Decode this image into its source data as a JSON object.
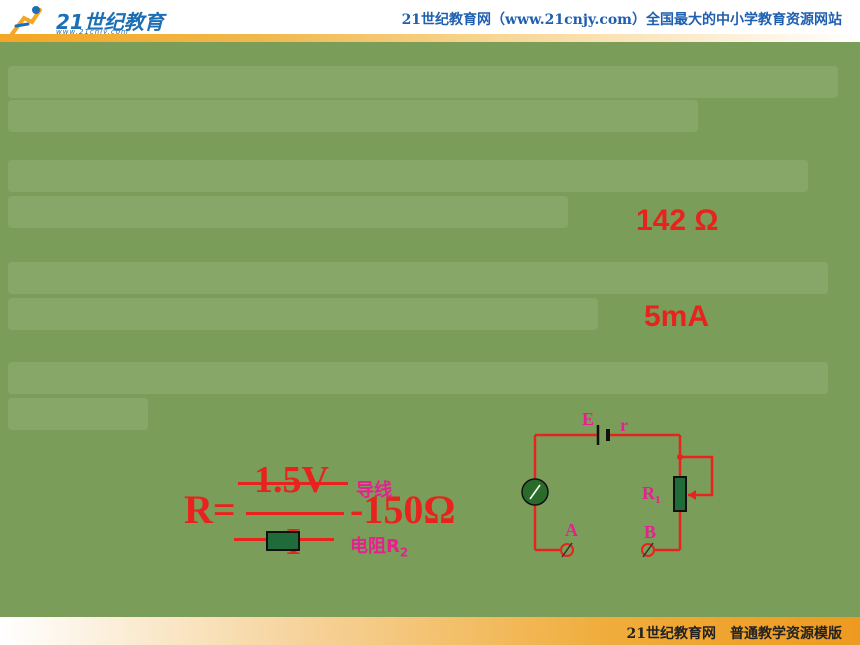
{
  "header": {
    "logo_text": "21世纪教育",
    "logo_url": "www.21cnjy.com",
    "title": "21世纪教育网（www.21cnjy.com）全国最大的中小学教育资源网站"
  },
  "answers": {
    "resistance": "142 Ω",
    "current": "5mA"
  },
  "formula": {
    "lhs": "R=",
    "numerator": "1.5V",
    "denominator": "I",
    "minus_value": "-150Ω",
    "wire_label": "导线",
    "resistor_label": "电阻R",
    "resistor_sub": "2"
  },
  "circuit": {
    "emf": "E",
    "internal_r": "r",
    "rheostat": "R",
    "rheostat_sub": "1",
    "terminal_a": "A",
    "terminal_b": "B",
    "wire_color": "#e8231e",
    "meter_color": "#2a6b2a"
  },
  "footer": {
    "text": "21世纪教育网　普通教学资源模版"
  }
}
